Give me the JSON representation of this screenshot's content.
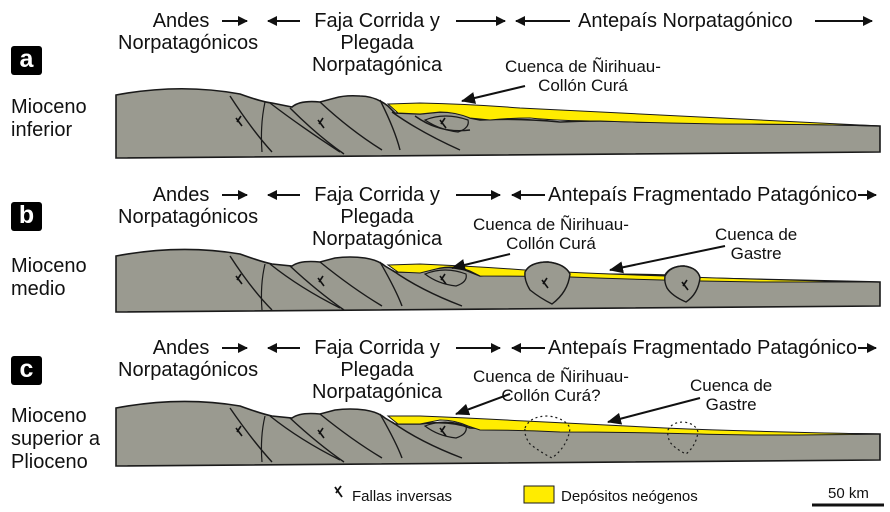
{
  "colors": {
    "crust": "#9a9a90",
    "deposit": "#ffec00",
    "outline": "#1a1a1a"
  },
  "panels": [
    {
      "letter": "a",
      "age": [
        "Mioceno",
        "inferior"
      ],
      "zones": {
        "andes": [
          "Andes",
          "Norpatagónicos"
        ],
        "faja": [
          "Faja Corrida y",
          "Plegada",
          "Norpatagónica"
        ],
        "foreland": "Antepaís Norpatagónico"
      },
      "basins": [
        [
          "Cuenca de Ñirihuau-",
          "Collón Curá"
        ]
      ]
    },
    {
      "letter": "b",
      "age": [
        "Mioceno",
        "medio"
      ],
      "zones": {
        "andes": [
          "Andes",
          "Norpatagónicos"
        ],
        "faja": [
          "Faja Corrida y",
          "Plegada",
          "Norpatagónica"
        ],
        "foreland": "Antepaís Fragmentado Patagónico"
      },
      "basins": [
        [
          "Cuenca de Ñirihuau-",
          "Collón Curá"
        ],
        [
          "Cuenca de",
          "Gastre"
        ]
      ]
    },
    {
      "letter": "c",
      "age": [
        "Mioceno",
        "superior a",
        "Plioceno"
      ],
      "zones": {
        "andes": [
          "Andes",
          "Norpatagónicos"
        ],
        "faja": [
          "Faja Corrida y",
          "Plegada",
          "Norpatagónica"
        ],
        "foreland": "Antepaís Fragmentado Patagónico"
      },
      "basins": [
        [
          "Cuenca de Ñirihuau-",
          "Collón Curá?"
        ],
        [
          "Cuenca de",
          "Gastre"
        ]
      ]
    }
  ],
  "legend": {
    "faults": "Fallas inversas",
    "deposits": "Depósitos neógenos",
    "scale": "50 km"
  }
}
